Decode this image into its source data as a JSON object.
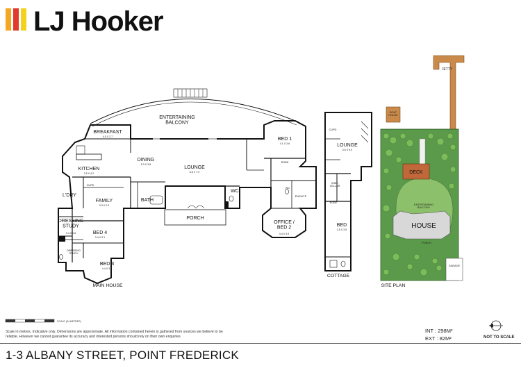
{
  "brand": {
    "name": "LJ Hooker",
    "stripe_colors": [
      "#f5a623",
      "#e23a2c",
      "#f3d21b"
    ]
  },
  "rooms": {
    "entertaining_balcony": "ENTERTAINING\nBALCONY",
    "breakfast": "BREAKFAST",
    "breakfast_dim": "4.5 X 2.7",
    "bed1": "BED 1",
    "bed1_dim": "4.1 X 3.6",
    "dining": "DINING",
    "dining_dim": "5.3 X 3.8",
    "lounge": "LOUNGE",
    "lounge_dim": "6.8 X 7.9",
    "kitchen": "KITCHEN",
    "kitchen_dim": "3.5 X 4.2",
    "ldry": "L'DRY",
    "family": "FAMILY",
    "family_dim": "3.3 X 2.3",
    "bath": "BATH",
    "wc": "WC",
    "dressing_study": "DRESSING\nSTUDY",
    "dressing_study_dim": "3.4 X 1.6",
    "bed4": "BED 4",
    "bed4_dim": "3.4 X 3.1",
    "dressing_study_2": "DRESSING\nSTUDY",
    "porch": "PORCH",
    "office_bed2": "OFFICE /\nBED 2",
    "office_bed2_dim": "4.4 X 3.9",
    "bed3": "BED 3",
    "bed3_dim": "4.4 X 3.0",
    "robe": "ROBE",
    "ensuite": "ENSUITE",
    "wc_small": "WC",
    "cupd": "CUPD"
  },
  "cottage": {
    "lounge": "LOUNGE",
    "lounge_dim": "3.6 X 9.0",
    "wine_cellar": "WINE\nCELLAR",
    "robe": "ROBE",
    "bed": "BED",
    "bed_dim": "3.5 X 3.9",
    "cupd": "CUPD"
  },
  "site": {
    "jetty": "JETTY",
    "boat_house": "BOAT\nHOUSE",
    "deck": "DECK",
    "entertaining_balcony": "ENTERTAINING\nBALCONY",
    "house": "HOUSE",
    "porch": "PORCH",
    "garage": "GARAGE"
  },
  "sections": {
    "main_house": "MAIN HOUSE",
    "cottage": "COTTAGE",
    "site_plan": "SITE PLAN"
  },
  "scale_label": "SCALE (IN METRES)",
  "disclaimer": "Scale in metres. Indicative only. Dimensions are approximate. All information contained herein is gathered from sources we believe to be reliable. However we cannot guarantee its accuracy and interested persons should rely on their own enquiries",
  "areas": {
    "int": "INT : 298M²",
    "ext": "EXT : 82M²"
  },
  "not_to_scale": "NOT TO SCALE",
  "address": "1-3 ALBANY STREET, POINT FREDERICK",
  "colors": {
    "grass": "#5a9a4a",
    "lawn_light": "#8cc06a",
    "deck": "#c0683a",
    "jetty": "#c98a4a",
    "wall": "#111111"
  }
}
